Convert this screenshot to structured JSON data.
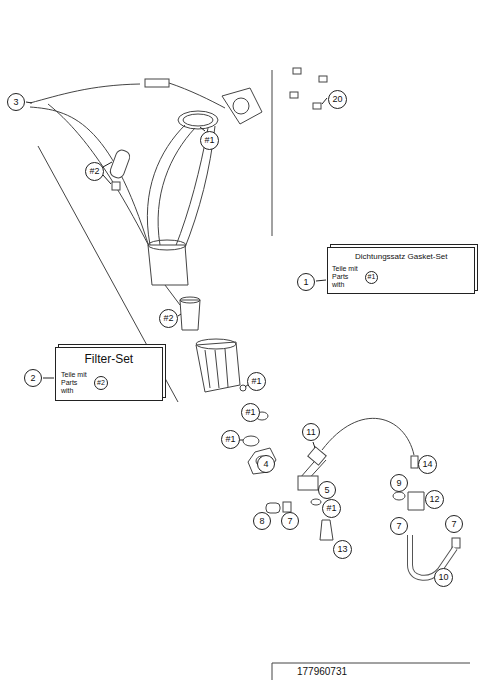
{
  "diagram": {
    "nodes": [
      {
        "text": [
          "Dichtungssatz Gasket-Set",
          "Teile mit Parts with",
          "#1"
        ]
      },
      {
        "text": [
          "Filter-Set",
          "Teile mit Parts with",
          "#2"
        ]
      }
    ],
    "labels": [
      "3",
      "20",
      "#1",
      "#2",
      "1",
      "#2",
      "2",
      "#1",
      "#1",
      "11",
      "#1",
      "4",
      "14",
      "9",
      "5",
      "#1",
      "12",
      "8",
      "7",
      "7",
      "7",
      "13",
      "10",
      "177960731"
    ]
  }
}
